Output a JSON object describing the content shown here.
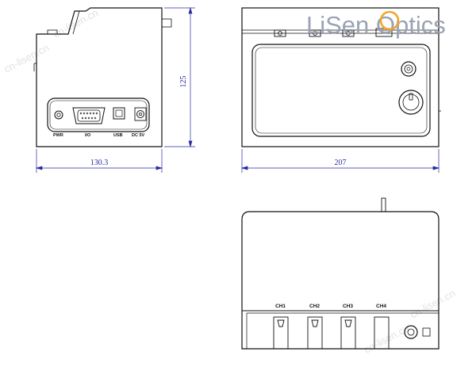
{
  "brand": {
    "logo_text": "LiSen Optics",
    "watermark_text": "cn-lisen.cn",
    "logo_color": "#9aa3b5"
  },
  "colors": {
    "outline": "#111111",
    "dimension": "#2a2aa0",
    "watermark": "#e2e2e2"
  },
  "side_view": {
    "height_dim": "125",
    "width_dim": "130.3",
    "port_labels": [
      "PWR",
      "I/O",
      "USB",
      "DC 5V"
    ]
  },
  "front_view": {
    "width_dim": "207"
  },
  "top_view": {
    "channels": [
      "CH1",
      "CH2",
      "CH3",
      "CH4"
    ]
  }
}
